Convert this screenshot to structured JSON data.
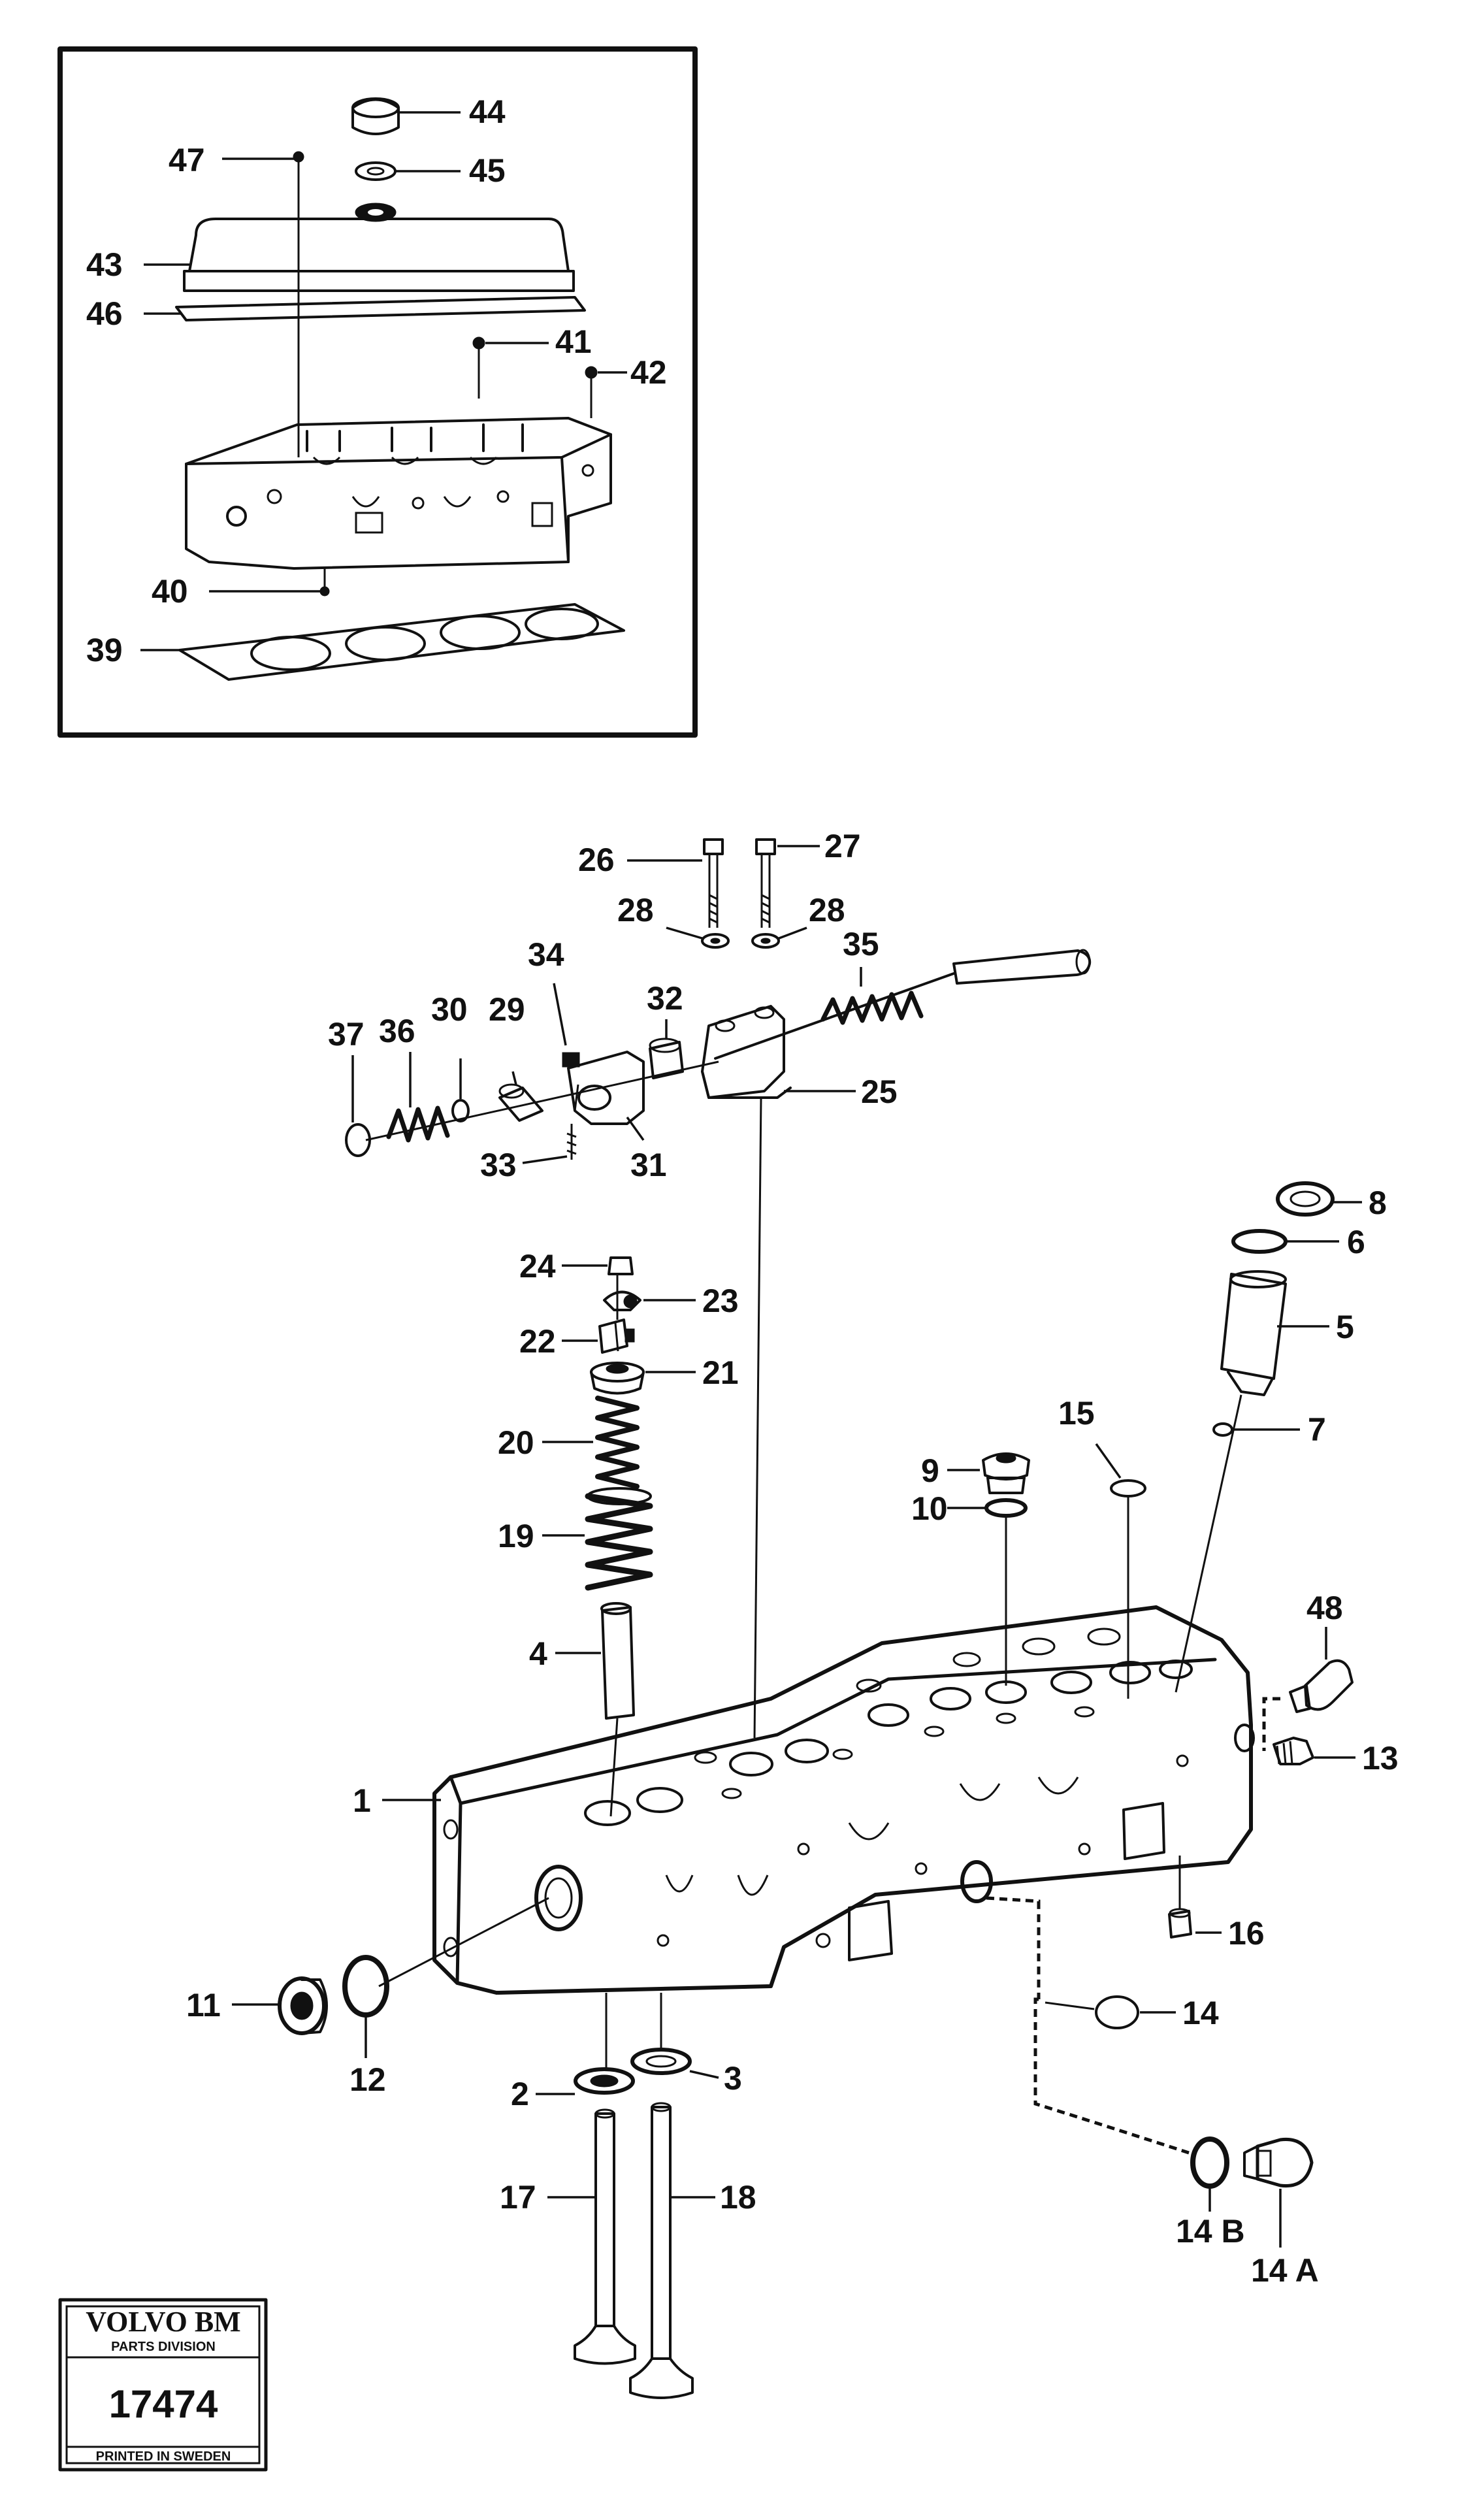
{
  "stamp": {
    "brand": "VOLVO BM",
    "division": "PARTS DIVISION",
    "number": "17474",
    "printed": "PRINTED IN SWEDEN"
  },
  "labels": {
    "p1": "1",
    "p2": "2",
    "p3": "3",
    "p4": "4",
    "p5": "5",
    "p6": "6",
    "p7": "7",
    "p8": "8",
    "p9": "9",
    "p10": "10",
    "p11": "11",
    "p12": "12",
    "p13": "13",
    "p14": "14",
    "p14a": "14 A",
    "p14b": "14 B",
    "p15": "15",
    "p16": "16",
    "p17": "17",
    "p18": "18",
    "p19": "19",
    "p20": "20",
    "p21": "21",
    "p22": "22",
    "p23": "23",
    "p24": "24",
    "p25": "25",
    "p26": "26",
    "p27": "27",
    "p28a": "28",
    "p28b": "28",
    "p29": "29",
    "p30": "30",
    "p31": "31",
    "p32": "32",
    "p33": "33",
    "p34": "34",
    "p35": "35",
    "p36": "36",
    "p37": "37",
    "p39": "39",
    "p40": "40",
    "p41": "41",
    "p42": "42",
    "p43": "43",
    "p44": "44",
    "p45": "45",
    "p46": "46",
    "p47": "47",
    "p48": "48"
  }
}
